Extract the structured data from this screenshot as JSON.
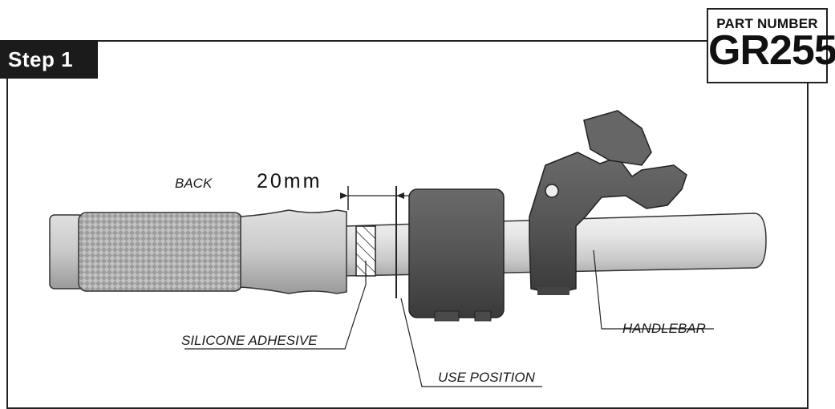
{
  "step": {
    "label": "Step 1"
  },
  "part": {
    "label": "PART NUMBER",
    "number": "GR255"
  },
  "labels": {
    "back": "BACK",
    "dimension": "20mm",
    "silicone": "SILICONE ADHESIVE",
    "use_position": "USE POSITION",
    "handlebar": "HANDLEBAR"
  },
  "colors": {
    "ink": "#1a1a1a",
    "metal": "#d4d4d4",
    "grip": "#bdbdbd",
    "dark_part": "#555555"
  }
}
